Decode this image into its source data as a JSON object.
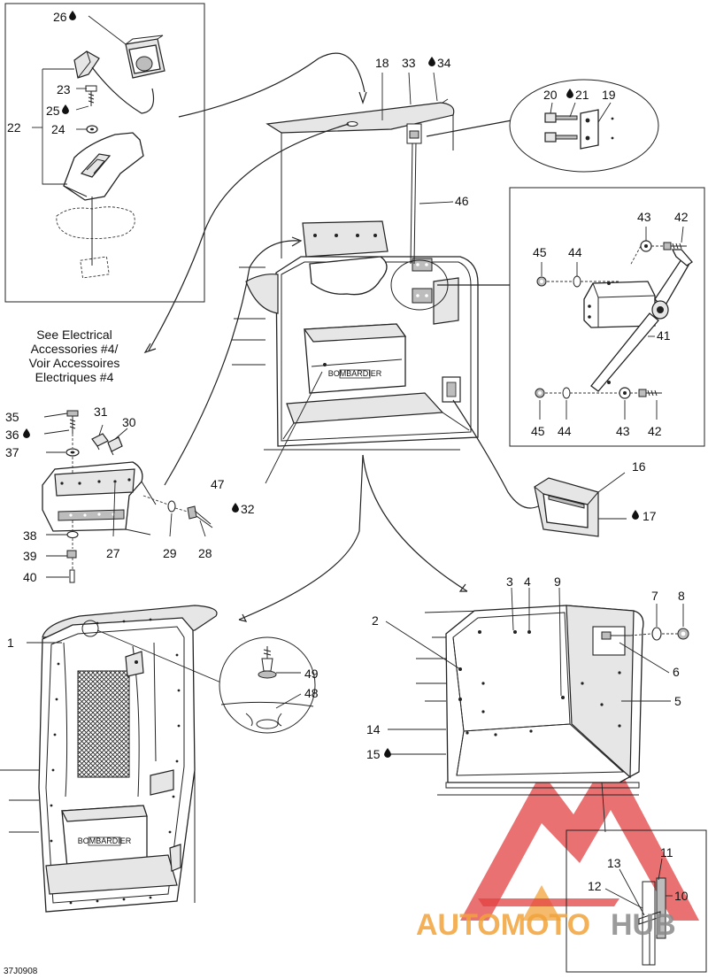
{
  "diagram": {
    "note_lines": [
      "See Electrical",
      "Accessories #4/",
      "Voir Accessoires",
      "Electriques #4"
    ],
    "figure_code": "37J0908",
    "watermark": {
      "text_accent": "AUTOMOTO",
      "text_dark": "HUB",
      "accent_color": "#f2a33a",
      "logo_color": "#e34242"
    },
    "brand_plate": "BOMBARDIER"
  },
  "labels": {
    "l1": "1",
    "l2": "2",
    "l3": "3",
    "l4": "4",
    "l5": "5",
    "l6": "6",
    "l7": "7",
    "l8": "8",
    "l9": "9",
    "l10": "10",
    "l11": "11",
    "l12": "12",
    "l13": "13",
    "l14": "14",
    "l15": "15",
    "l16": "16",
    "l17": "17",
    "l18": "18",
    "l19": "19",
    "l20": "20",
    "l21": "21",
    "l22": "22",
    "l23": "23",
    "l24": "24",
    "l25": "25",
    "l26": "26",
    "l27": "27",
    "l28": "28",
    "l29": "29",
    "l30": "30",
    "l31": "31",
    "l32": "32",
    "l33": "33",
    "l34": "34",
    "l35": "35",
    "l36": "36",
    "l37": "37",
    "l38": "38",
    "l39": "39",
    "l40": "40",
    "l41": "41",
    "l42": "42",
    "l43": "43",
    "l44": "44",
    "l45": "45",
    "l46": "46",
    "l47": "47",
    "l48": "48",
    "l49": "49",
    "l42b": "42",
    "l43b": "43",
    "l44b": "44",
    "l45b": "45"
  },
  "drop_icon": "oil-drop-icon"
}
